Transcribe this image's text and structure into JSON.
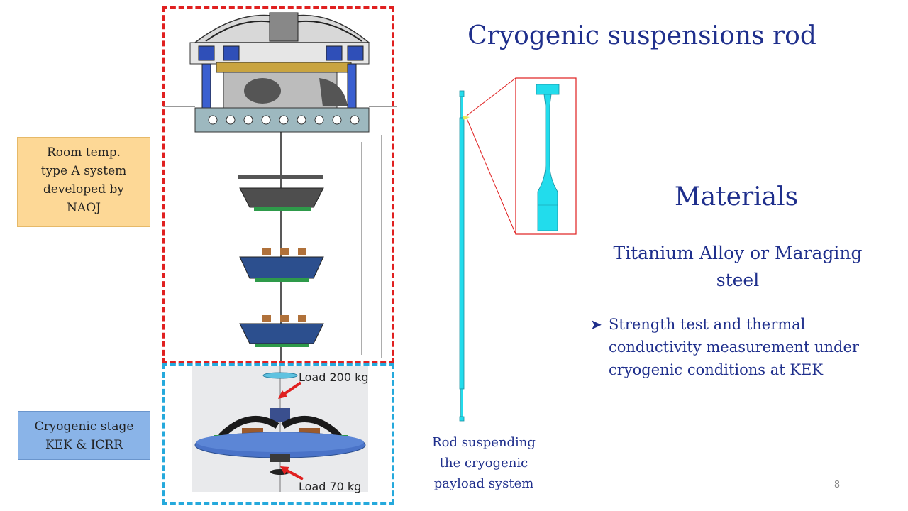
{
  "title": "Cryogenic suspensions rod",
  "labels": {
    "room_temp": [
      "Room temp.",
      "type A system",
      "developed by",
      "NAOJ"
    ],
    "cryogenic_stage": [
      "Cryogenic stage",
      "KEK & ICRR"
    ]
  },
  "loads": {
    "top": "Load 200 kg",
    "bottom": "Load 70 kg"
  },
  "rod_caption": [
    "Rod suspending",
    "the cryogenic",
    "payload system"
  ],
  "materials": {
    "heading": "Materials",
    "options": [
      "Titanium Alloy or Maraging",
      "steel"
    ],
    "bullet": "Strength test and thermal conductivity measurement under cryogenic conditions at KEK"
  },
  "page_number": "8",
  "colors": {
    "accent": "#1f2f8c",
    "room_box": "#fdd896",
    "cryo_box": "#8ab4e8",
    "red_frame": "#e02020",
    "blue_frame": "#25a9dc",
    "rod": "#22dcec"
  }
}
